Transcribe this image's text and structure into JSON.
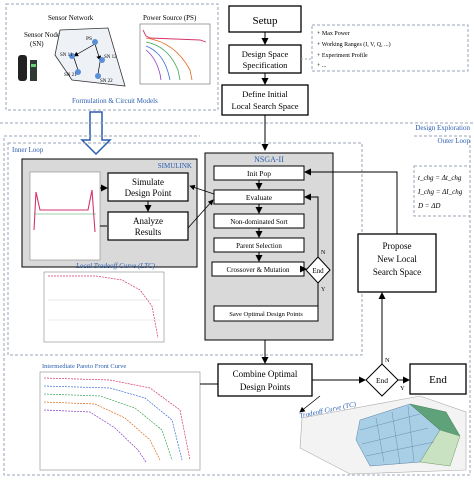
{
  "top_panel": {
    "sensor_node_label_1": "Sensor Node",
    "sensor_node_label_2": "(SN)",
    "sensor_network_label": "Sensor Network",
    "ps_node": "PS",
    "sn_nodes": [
      "SN 11",
      "SN 12",
      "SN 21",
      "SN 22"
    ],
    "power_source_label": "Power Source (PS)",
    "formulation_label": "Formulation & Circuit Models"
  },
  "flow": {
    "setup": "Setup",
    "design_space_1": "Design Space",
    "design_space_2": "Specification",
    "define_1": "Define Initial",
    "define_2": "Local Search Space",
    "spec_list": [
      "Max Power",
      "Working Ranges (I, V, Q, ...)",
      "Experiment Profile",
      "..."
    ],
    "design_exploration": "Design Exploration",
    "outer_loop": "Outer Loop",
    "inner_loop": "Inner Loop",
    "simulink": "SIMULINK",
    "simulate_1": "Simulate",
    "simulate_2": "Design Point",
    "analyze_1": "Analyze",
    "analyze_2": "Results",
    "ltc_label": "Local Tradeoff Curve (LTC)",
    "nsga_title": "NSGA-II",
    "init_pop": "Init Pop",
    "evaluate": "Evaluate",
    "nondominated": "Non-dominated Sort",
    "parent_selection": "Parent Selection",
    "crossover": "Crossover & Mutation",
    "end_inner": "End",
    "n_label": "N",
    "y_label": "Y",
    "save_optimal": "Save Optimal Design Points",
    "propose_1": "Propose",
    "propose_2": "New Local",
    "propose_3": "Search Space",
    "eq_1": "t_chg = Δt_chg",
    "eq_2": "I_chg = ΔI_chg",
    "eq_3": "D = ΔD",
    "intermediate_label": "Intermediate Pareto Front Curve",
    "combine_1": "Combine Optimal",
    "combine_2": "Design Points",
    "end_outer": "End",
    "end_final": "End",
    "tc_label": "Tradeoff Curve (TC)"
  },
  "colors": {
    "accent_blue": "#2a5db0",
    "panel_gray": "#d9d9d9",
    "pink": "#d6336c",
    "dashed_border": "#9aa6b8"
  }
}
